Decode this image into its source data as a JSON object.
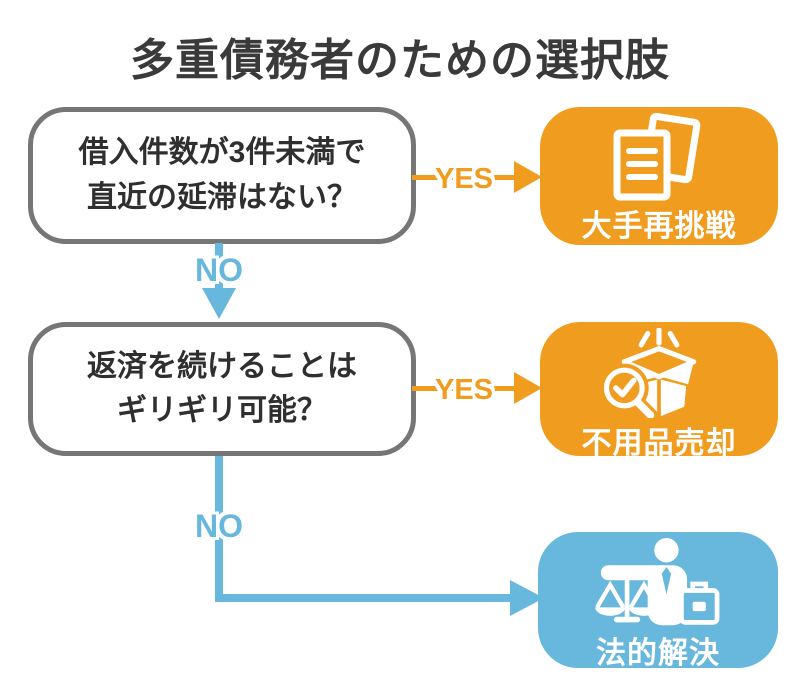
{
  "title": "多重債務者のための選択肢",
  "colors": {
    "orange": "#F09C1E",
    "blue": "#68B7DD",
    "border_gray": "#767676",
    "question_text": "#2F2F2F",
    "title_text": "#3A3A3A",
    "result_text": "#FFFFFF",
    "background": "#FFFFFF"
  },
  "questions": {
    "q1": {
      "line1": "借入件数が3件未満で",
      "line2": "直近の延滞はない？"
    },
    "q2": {
      "line1": "返済を続けることは",
      "line2": "ギリギリ可能？"
    }
  },
  "connectors": {
    "yes1": "YES",
    "no1": "NO",
    "yes2": "YES",
    "no2": "NO"
  },
  "results": {
    "r1": {
      "label": "大手再挑戦",
      "icon": "documents-icon"
    },
    "r2": {
      "label": "不用品売却",
      "icon": "box-search-icon"
    },
    "r3": {
      "label": "法的解決",
      "icon": "justice-scales-icon"
    }
  }
}
